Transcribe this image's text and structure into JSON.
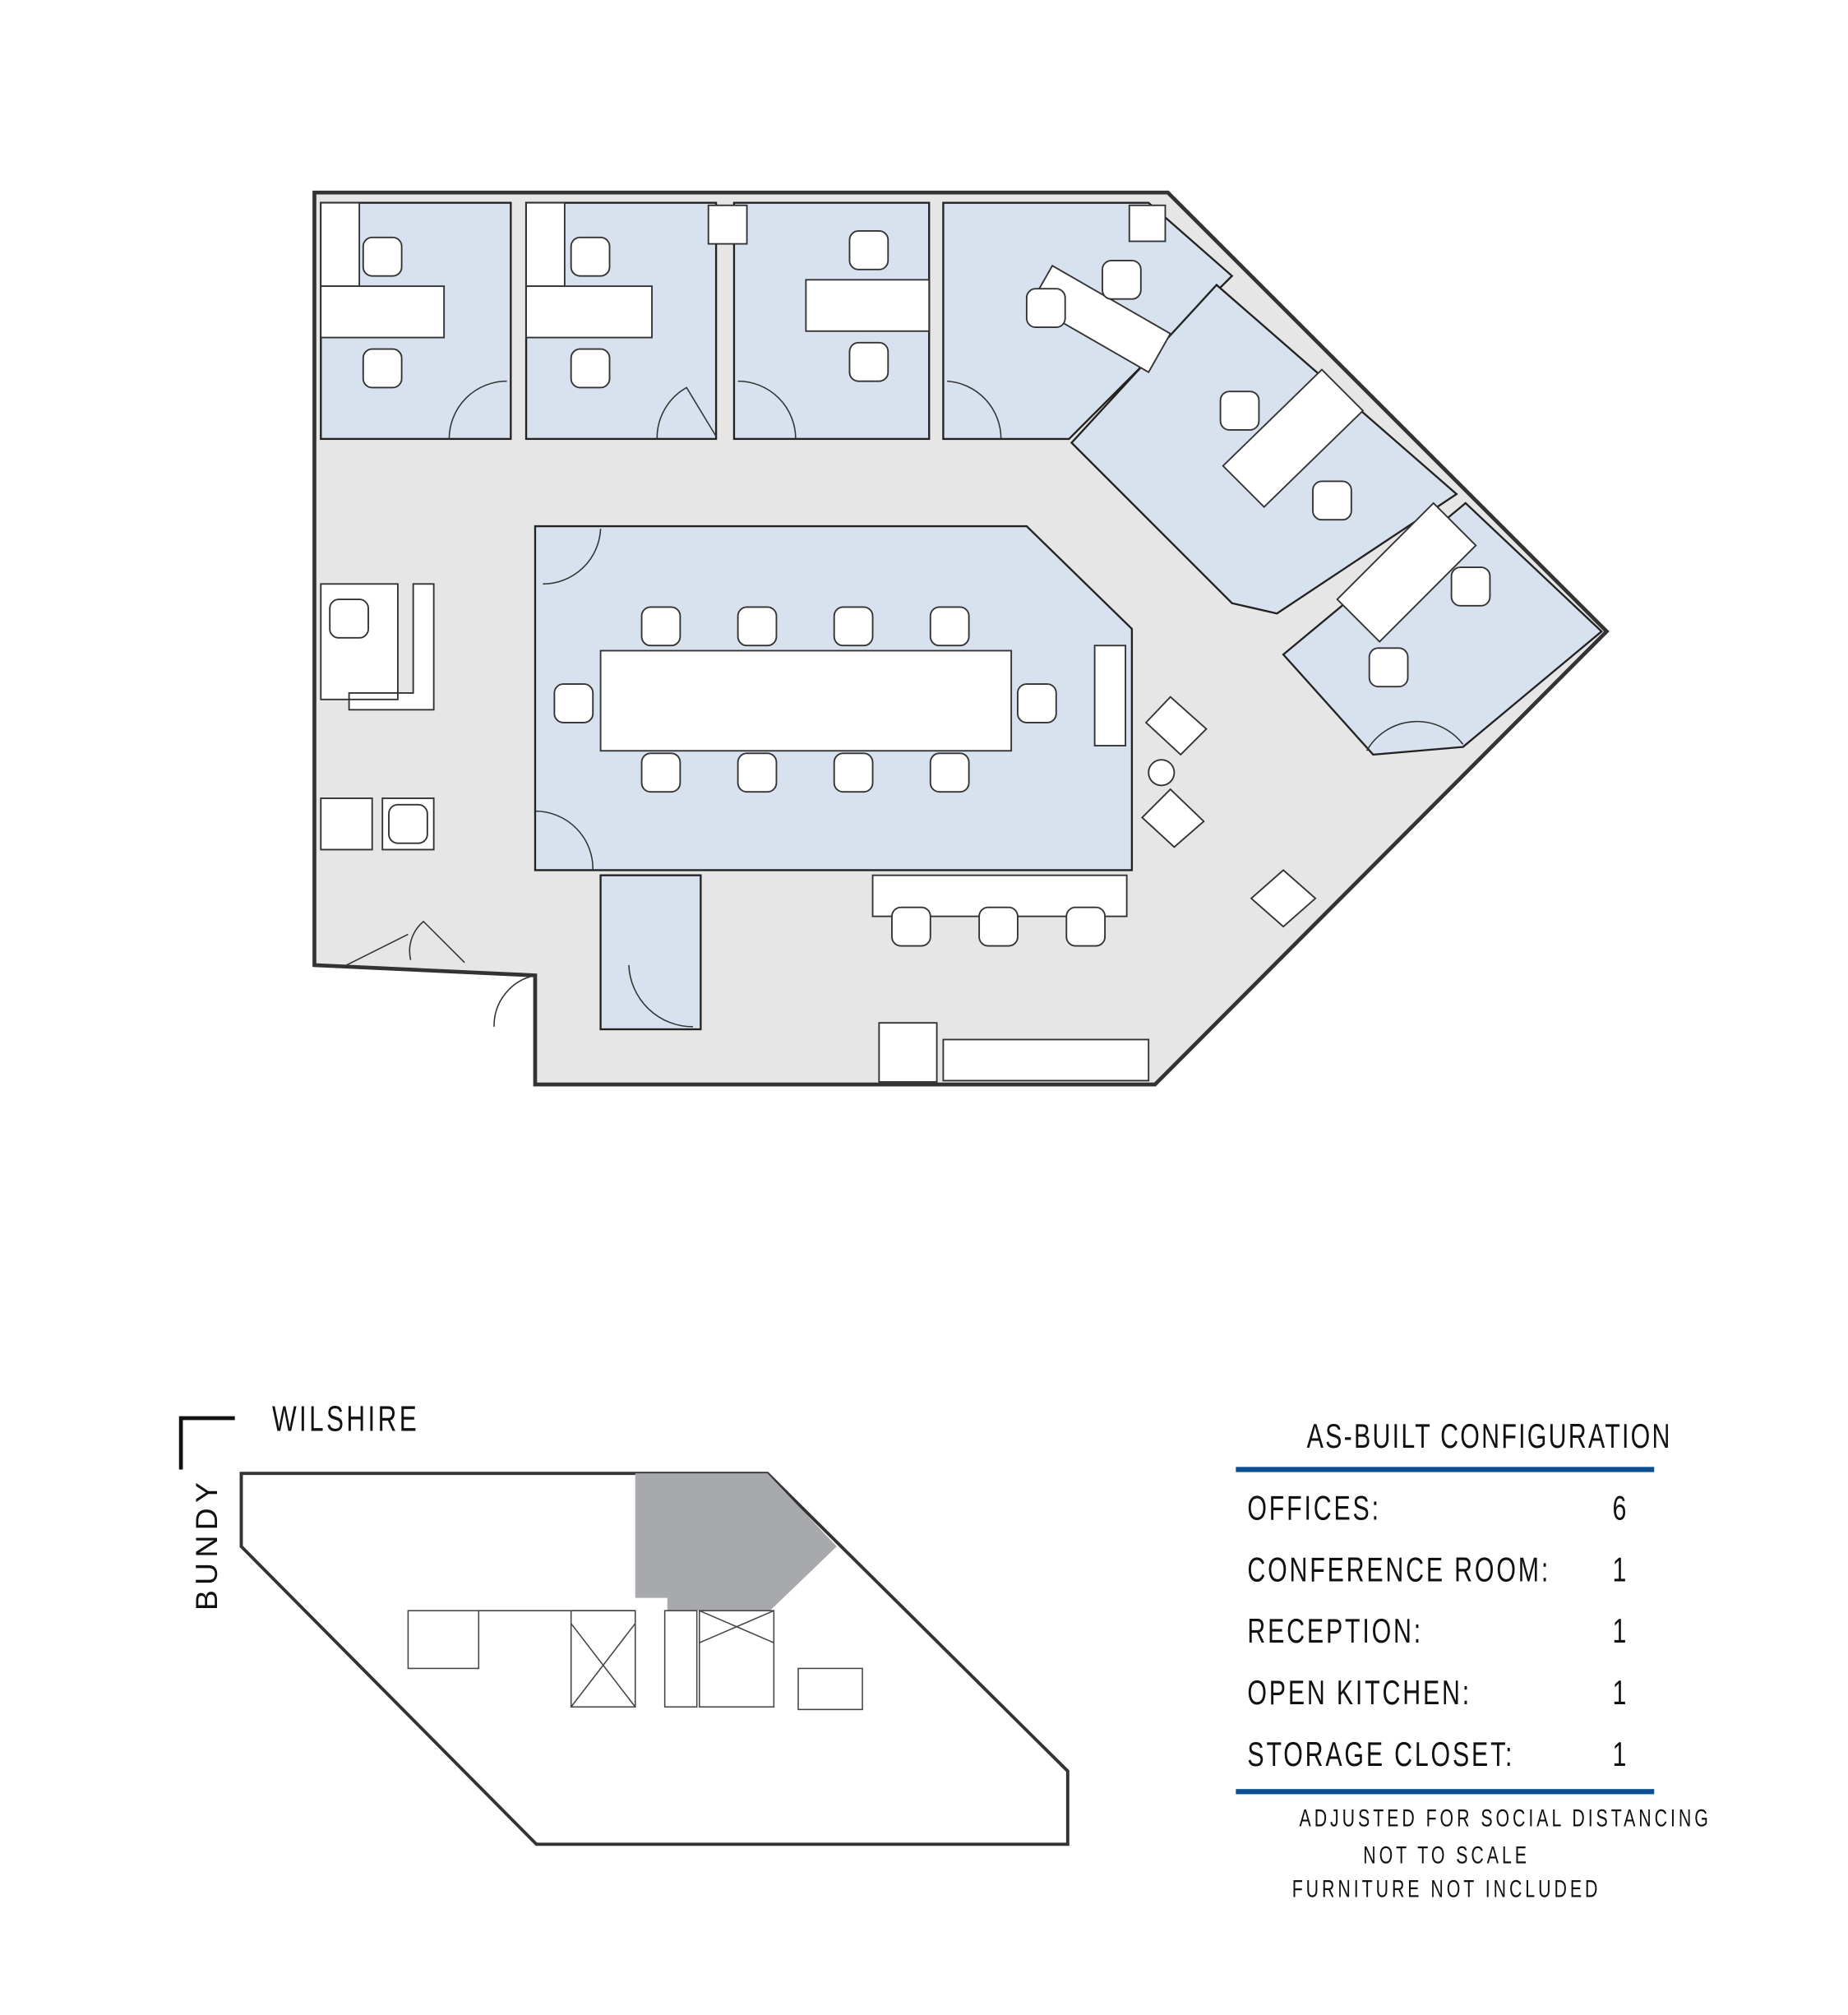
{
  "colors": {
    "office_fill": "#d7e2ee",
    "common_fill": "#e6e6e6",
    "accent_bar": "#0b4f8f",
    "suite_highlight": "#a7a9ac"
  },
  "keyplan": {
    "street_top": "WILSHIRE",
    "street_left": "BUNDY"
  },
  "summary": {
    "title": "AS-BUILT CONFIGURATION",
    "rows": [
      {
        "label": "OFFICES:",
        "value": "6"
      },
      {
        "label": "CONFERENCE ROOM:",
        "value": "1"
      },
      {
        "label": "RECEPTION:",
        "value": "1"
      },
      {
        "label": "OPEN KITCHEN:",
        "value": "1"
      },
      {
        "label": "STORAGE CLOSET:",
        "value": "1"
      }
    ],
    "notes": [
      "ADJUSTED FOR SOCIAL DISTANCING",
      "NOT TO SCALE",
      "FURNITURE NOT INCLUDED"
    ]
  }
}
